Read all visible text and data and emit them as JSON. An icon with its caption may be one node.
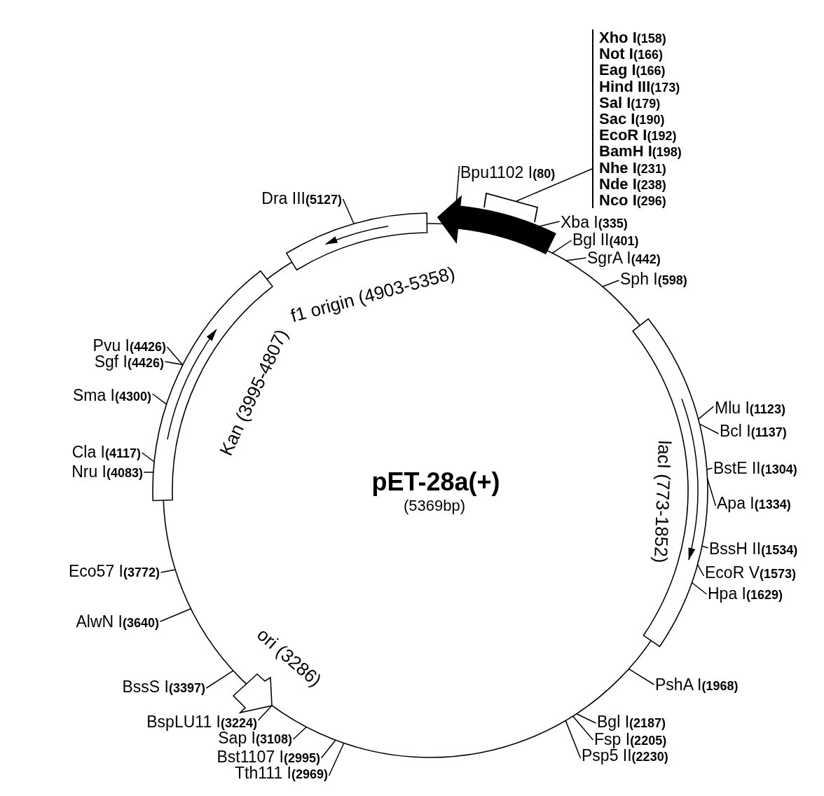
{
  "diagram": {
    "nodes": [
      {
        "text": [
          "pET-28a(+)",
          "(5369bp)"
        ]
      },
      {
        "text": [],
        "shape": "arrow"
      },
      {
        "text": [],
        "shape": "bracket"
      },
      {
        "text": [],
        "shape": "box",
        "beside": [
          "f1 origin (4903-5358)"
        ]
      },
      {
        "text": [],
        "shape": "box",
        "beside": [
          "Kan (3995-4807)"
        ]
      },
      {
        "text": [],
        "shape": "box",
        "beside": [
          "lacI (773-1852)"
        ]
      },
      {
        "text": [],
        "shape": "arrow",
        "beside": [
          "ori (3286)"
        ]
      },
      {
        "text": [
          "Xho I**(158)**",
          "Not I**(166)**",
          "Eag I**(166)**",
          "Hind III**(173)**",
          "Sal I**(179)**",
          "Sac I**(190)**",
          "EcoR I**(192)**",
          "BamH I**(198)**",
          "Nhe I**(231)**",
          "Nde I**(238)**",
          "Nco I**(296)**"
        ]
      },
      {
        "text": [
          "Bpu1102 I**(80)**"
        ]
      },
      {
        "text": [
          "Dra III**(5127)**"
        ]
      },
      {
        "text": [
          "Xba I**(335)**"
        ]
      },
      {
        "text": [
          "Bgl II**(401)**"
        ]
      },
      {
        "text": [
          "SgrA I**(442)**"
        ]
      },
      {
        "text": [
          "Sph I**(598)**"
        ]
      },
      {
        "text": [
          "Pvu I**(4426)**"
        ]
      },
      {
        "text": [
          "Sgf I**(4426)**"
        ]
      },
      {
        "text": [
          "Sma I**(4300)**"
        ]
      },
      {
        "text": [
          "Mlu I**(1123)**"
        ]
      },
      {
        "text": [
          "Bcl I**(1137)**"
        ]
      },
      {
        "text": [
          "Cla I**(4117)**"
        ]
      },
      {
        "text": [
          "Nru I**(4083)**"
        ]
      },
      {
        "text": [
          "BstE II**(1304)**"
        ]
      },
      {
        "text": [
          "Apa I**(1334)**"
        ]
      },
      {
        "text": [
          "BssH II**(1534)**"
        ]
      },
      {
        "text": [
          "Eco57 I**(3772)**"
        ]
      },
      {
        "text": [
          "EcoR V**(1573)**"
        ]
      },
      {
        "text": [
          "Hpa I**(1629)**"
        ]
      },
      {
        "text": [
          "AlwN I**(3640)**"
        ]
      },
      {
        "text": [
          "PshA I**(1968)**"
        ]
      },
      {
        "text": [
          "BssS I**(3397)**"
        ]
      },
      {
        "text": [
          "BspLU11 I**(3224)**"
        ]
      },
      {
        "text": [
          "Bgl I**(2187)**"
        ]
      },
      {
        "text": [
          "Sap I**(3108)**"
        ]
      },
      {
        "text": [
          "Fsp I**(2205)**"
        ]
      },
      {
        "text": [
          "Bst1107 I**(2995)**"
        ]
      },
      {
        "text": [
          "Psp5 II**(2230)**"
        ]
      },
      {
        "text": [
          "Tth111 I**(2969)**"
        ]
      }
    ],
    "edges": [
      {
        "from": 7,
        "to": 2,
        "arrow": "none"
      },
      {
        "from": 8,
        "to": 1,
        "arrow": "none"
      },
      {
        "from": 9,
        "to": 3,
        "arrow": "none"
      },
      {
        "from": 10,
        "to": 1,
        "arrow": "none"
      },
      {
        "from": 11,
        "to": 0,
        "arrow": "none"
      },
      {
        "from": 12,
        "to": 0,
        "arrow": "none"
      },
      {
        "from": 13,
        "to": 0,
        "arrow": "none"
      },
      {
        "from": 14,
        "to": 4,
        "arrow": "none"
      },
      {
        "from": 15,
        "to": 4,
        "arrow": "none"
      },
      {
        "from": 16,
        "to": 4,
        "arrow": "none"
      },
      {
        "from": 17,
        "to": 5,
        "arrow": "none"
      },
      {
        "from": 18,
        "to": 5,
        "arrow": "none"
      },
      {
        "from": 19,
        "to": 4,
        "arrow": "none"
      },
      {
        "from": 20,
        "to": 4,
        "arrow": "none"
      },
      {
        "from": 21,
        "to": 5,
        "arrow": "none"
      },
      {
        "from": 22,
        "to": 5,
        "arrow": "none"
      },
      {
        "from": 23,
        "to": 5,
        "arrow": "none"
      },
      {
        "from": 24,
        "to": 0,
        "arrow": "none"
      },
      {
        "from": 25,
        "to": 5,
        "arrow": "none"
      },
      {
        "from": 26,
        "to": 5,
        "arrow": "none"
      },
      {
        "from": 27,
        "to": 0,
        "arrow": "none"
      },
      {
        "from": 28,
        "to": 0,
        "arrow": "none"
      },
      {
        "from": 29,
        "to": 0,
        "arrow": "none"
      },
      {
        "from": 30,
        "to": 6,
        "arrow": "none"
      },
      {
        "from": 31,
        "to": 0,
        "arrow": "none"
      },
      {
        "from": 32,
        "to": 0,
        "arrow": "none"
      },
      {
        "from": 33,
        "to": 0,
        "arrow": "none"
      },
      {
        "from": 34,
        "to": 0,
        "arrow": "none"
      },
      {
        "from": 35,
        "to": 0,
        "arrow": "none"
      },
      {
        "from": 36,
        "to": 0,
        "arrow": "none"
      }
    ]
  }
}
